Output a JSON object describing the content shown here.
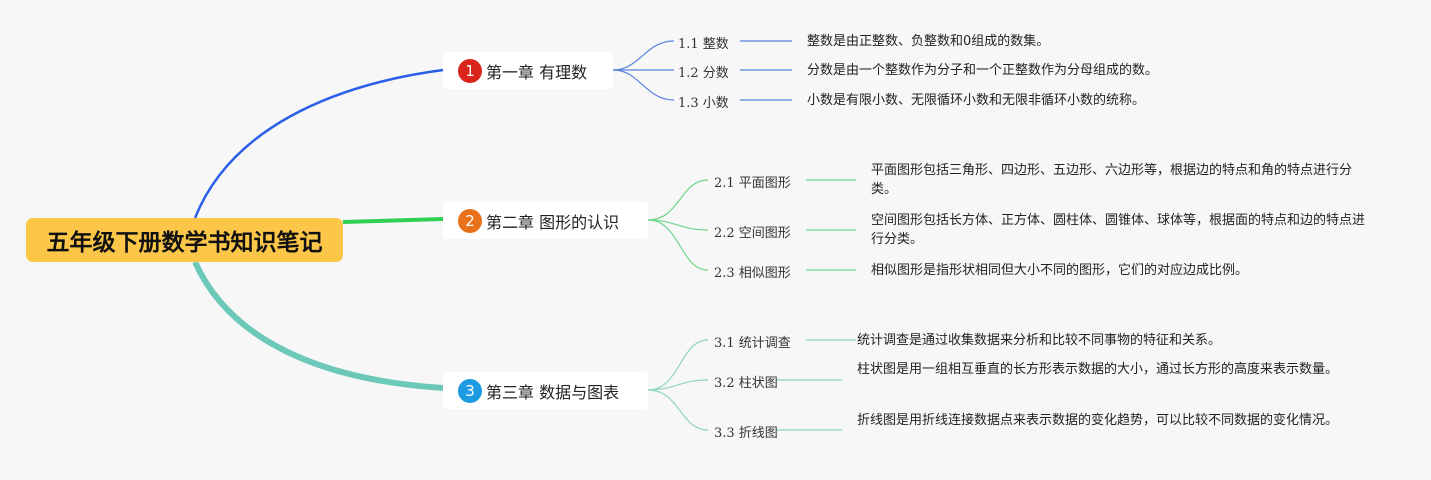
{
  "root": {
    "title": "五年级下册数学书知识笔记",
    "color": "#fcc748"
  },
  "chapters": [
    {
      "num": "1",
      "title": "第一章 有理数",
      "badge_color": "#d9251c",
      "line_color": "#2a5ee8",
      "topics": [
        {
          "label": "1.1 整数",
          "desc": "整数是由正整数、负整数和0组成的数集。"
        },
        {
          "label": "1.2 分数",
          "desc": "分数是由一个整数作为分子和一个正整数作为分母组成的数。"
        },
        {
          "label": "1.3 小数",
          "desc": "小数是有限小数、无限循环小数和无限非循环小数的统称。"
        }
      ]
    },
    {
      "num": "2",
      "title": "第二章 图形的认识",
      "badge_color": "#e8711b",
      "line_color": "#2fcf50",
      "topics": [
        {
          "label": "2.1 平面图形",
          "desc": "平面图形包括三角形、四边形、五边形、六边形等，根据边的特点和角的特点进行分类。"
        },
        {
          "label": "2.2 空间图形",
          "desc": "空间图形包括长方体、正方体、圆柱体、圆锥体、球体等，根据面的特点和边的特点进行分类。"
        },
        {
          "label": "2.3 相似图形",
          "desc": "相似图形是指形状相同但大小不同的图形，它们的对应边成比例。"
        }
      ]
    },
    {
      "num": "3",
      "title": "第三章 数据与图表",
      "badge_color": "#1e9be0",
      "line_color": "#6cc8b8",
      "topics": [
        {
          "label": "3.1 统计调查",
          "desc": "统计调查是通过收集数据来分析和比较不同事物的特征和关系。"
        },
        {
          "label": "3.2 柱状图",
          "desc": "柱状图是用一组相互垂直的长方形表示数据的大小，通过长方形的高度来表示数量。"
        },
        {
          "label": "3.3 折线图",
          "desc": "折线图是用折线连接数据点来表示数据的变化趋势，可以比较不同数据的变化情况。"
        }
      ]
    }
  ]
}
